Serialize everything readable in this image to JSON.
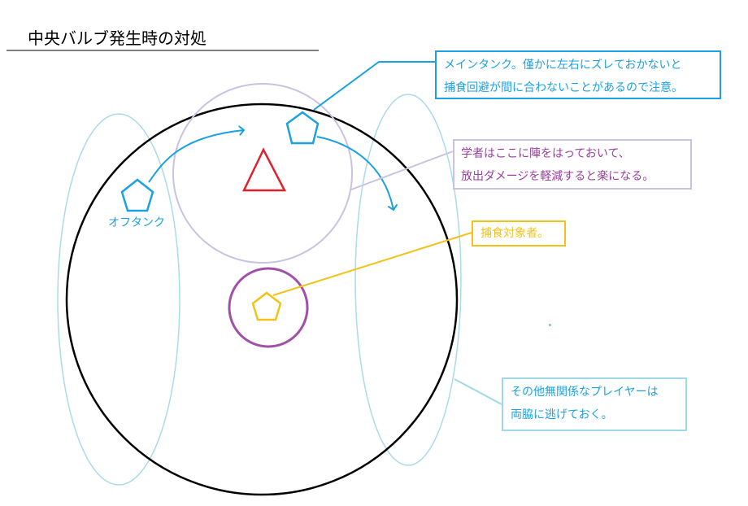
{
  "title": "中央バルブ発生時の対処",
  "labels": {
    "off_tank": "オフタンク"
  },
  "callouts": {
    "main_tank": {
      "lines": [
        "メインタンク。僅かに左右にズレておかないと",
        "捕食回避が間に合わないことがあるので注意。"
      ],
      "color": "#1ba1e2"
    },
    "scholar": {
      "lines": [
        "学者はここに陣をはっておいて、",
        "放出ダメージを軽減すると楽になる。"
      ],
      "color": "#9b3fa0"
    },
    "target": {
      "lines": [
        "捕食対象者。"
      ],
      "color": "#f2c21a"
    },
    "others": {
      "lines": [
        "その他無関係なプレイヤーは",
        "両脇に逃げておく。"
      ],
      "color": "#1ba1e2"
    }
  },
  "icons": {
    "boss_marker": "red-triangle-icon",
    "player_marker": "pentagon-icon"
  }
}
